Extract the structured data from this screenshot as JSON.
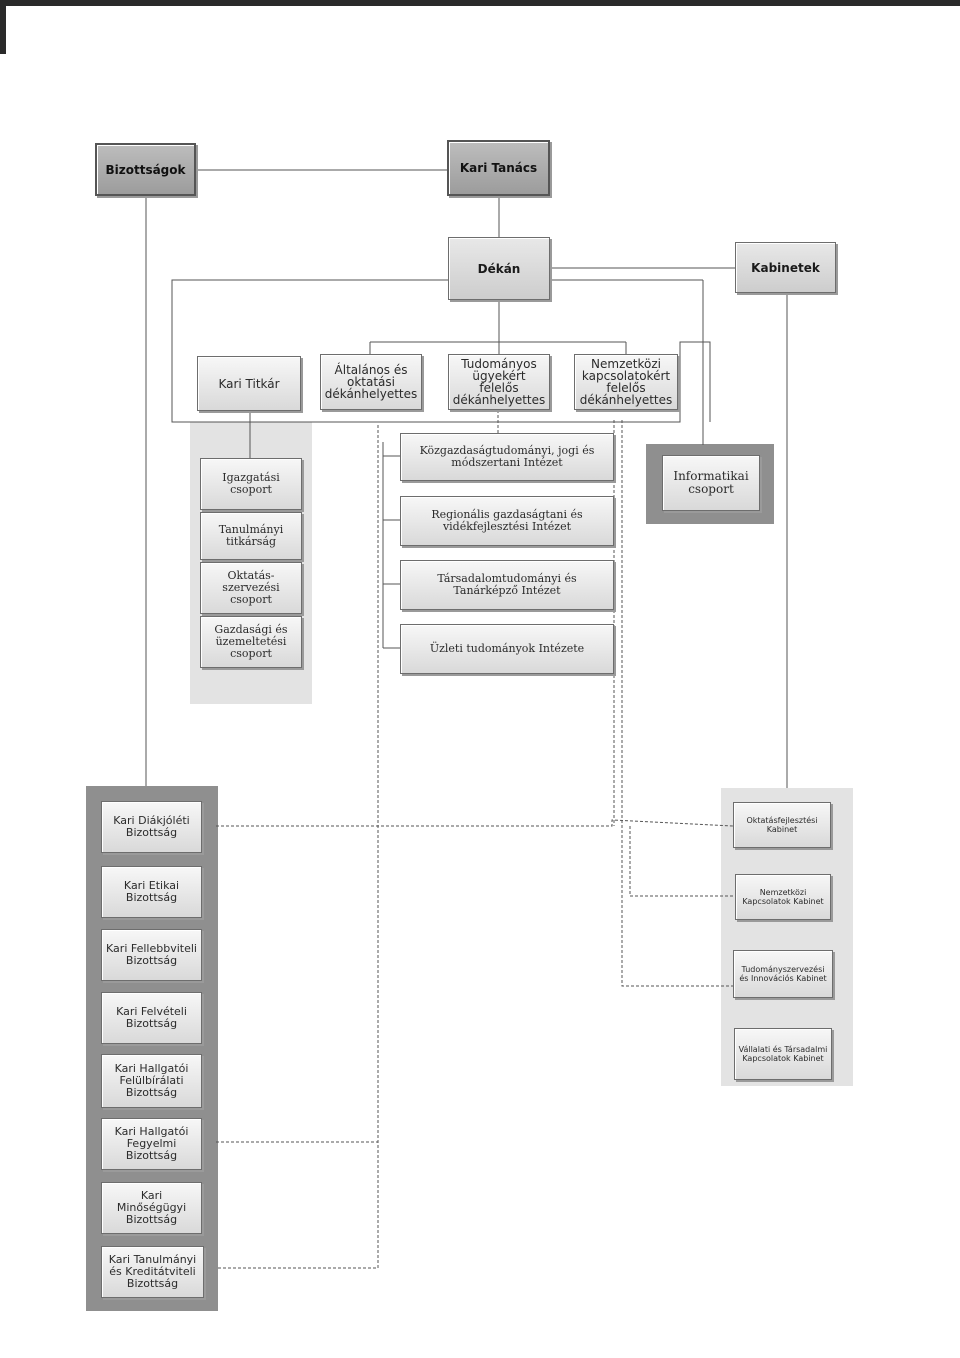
{
  "top": {
    "bizottsagok": "Bizottságok",
    "kari_tanacs": "Kari Tanács"
  },
  "dekan": "Dékán",
  "kabinetek": "Kabinetek",
  "second_row": {
    "kari_titkar": "Kari Titkár",
    "altalanos": "Általános és oktatási dékánhelyettes",
    "tudomanyos": "Tudományos ügyekért felelős dékánhelyettes",
    "nemzetkozi": "Nemzetközi kapcsolatokért felelős dékánhelyettes"
  },
  "titkar_groups": [
    "Igazgatási csoport",
    "Tanulmányi titkárság",
    "Oktatás-szervezési csoport",
    "Gazdasági és üzemeltetési csoport"
  ],
  "institutes": [
    "Közgazdaságtudományi, jogi és módszertani Intézet",
    "Regionális gazdaságtani és vidékfejlesztési Intézet",
    "Társadalomtudományi és Tanárképző Intézet",
    "Üzleti tudományok Intézete"
  ],
  "informatikai": "Informatikai csoport",
  "committees": [
    "Kari Diákjóléti Bizottság",
    "Kari Etikai Bizottság",
    "Kari Fellebbviteli Bizottság",
    "Kari Felvételi Bizottság",
    "Kari Hallgatói Felülbírálati Bizottság",
    "Kari Hallgatói Fegyelmi Bizottság",
    "Kari Minőségügyi Bizottság",
    "Kari Tanulmányi és Kreditátviteli Bizottság"
  ],
  "cabinets": [
    "Oktatásfejlesztési Kabinet",
    "Nemzetközi Kapcsolatok Kabinet",
    "Tudományszervezési és Innovációs Kabinet",
    "Vállalati és Társadalmi Kapcsolatok Kabinet"
  ],
  "colors": {
    "dark_box": "#a8a8a8",
    "panel": "#d4d4d4",
    "dark_panel": "#8f8f8f",
    "line": "#555555"
  }
}
